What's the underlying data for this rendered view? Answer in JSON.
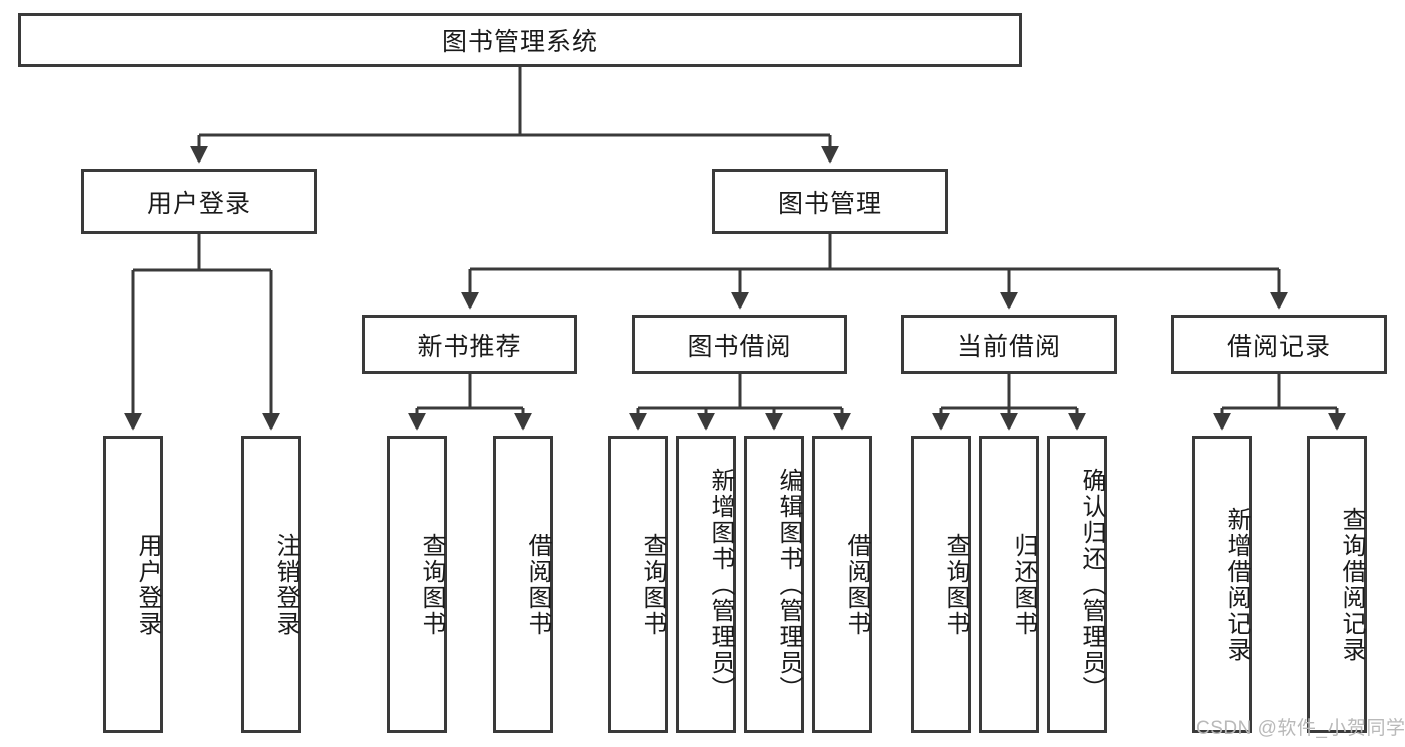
{
  "diagram": {
    "title": "图书管理系统",
    "type": "function-tree",
    "root": {
      "id": "root",
      "label": "图书管理系统"
    },
    "level2": [
      {
        "id": "user-login",
        "label": "用户登录"
      },
      {
        "id": "book-manage",
        "label": "图书管理"
      }
    ],
    "level3": [
      {
        "id": "new-book-recommend",
        "label": "新书推荐",
        "parent": "book-manage"
      },
      {
        "id": "book-borrow",
        "label": "图书借阅",
        "parent": "book-manage"
      },
      {
        "id": "current-borrow",
        "label": "当前借阅",
        "parent": "book-manage"
      },
      {
        "id": "borrow-record",
        "label": "借阅记录",
        "parent": "book-manage"
      }
    ],
    "leaves": {
      "user_login": [
        {
          "id": "leaf-user-login",
          "label": "用户登录"
        },
        {
          "id": "leaf-user-logout",
          "label": "注销登录"
        }
      ],
      "new_book_recommend": [
        {
          "id": "leaf-query-book-1",
          "label": "查询图书"
        },
        {
          "id": "leaf-borrow-book-1",
          "label": "借阅图书"
        }
      ],
      "book_borrow": [
        {
          "id": "leaf-query-book-2",
          "label": "查询图书"
        },
        {
          "id": "leaf-add-book",
          "label": "新增图书（管理员）"
        },
        {
          "id": "leaf-edit-book",
          "label": "编辑图书（管理员）"
        },
        {
          "id": "leaf-borrow-book-2",
          "label": "借阅图书"
        }
      ],
      "current_borrow": [
        {
          "id": "leaf-query-book-3",
          "label": "查询图书"
        },
        {
          "id": "leaf-return-book",
          "label": "归还图书"
        },
        {
          "id": "leaf-confirm-return",
          "label": "确认归还（管理员）"
        }
      ],
      "borrow_record": [
        {
          "id": "leaf-add-record",
          "label": "新增借阅记录"
        },
        {
          "id": "leaf-query-record",
          "label": "查询借阅记录"
        }
      ]
    },
    "watermark": "CSDN @软件_小贺同学",
    "colors": {
      "stroke": "#3a3a3a",
      "fill": "#ffffff",
      "text": "#1a1a1a",
      "watermark": "#b9b9b9"
    }
  }
}
